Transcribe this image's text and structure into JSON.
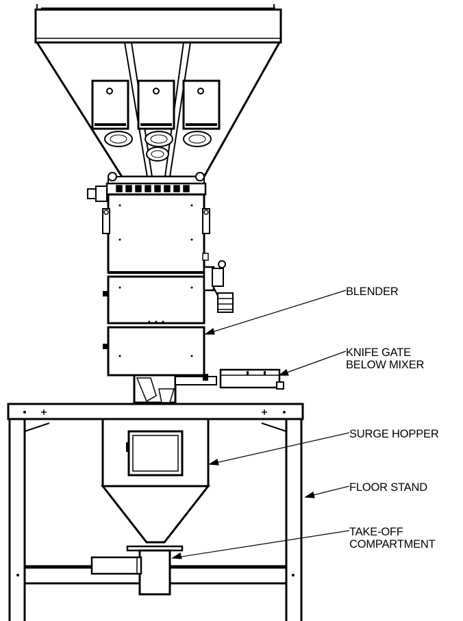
{
  "labels": {
    "blender": "BLENDER",
    "knife_gate_line1": "KNIFE GATE",
    "knife_gate_line2": "BELOW MIXER",
    "surge_hopper": "SURGE HOPPER",
    "floor_stand": "FLOOR STAND",
    "take_off_line1": "TAKE-OFF",
    "take_off_line2": "COMPARTMENT"
  }
}
